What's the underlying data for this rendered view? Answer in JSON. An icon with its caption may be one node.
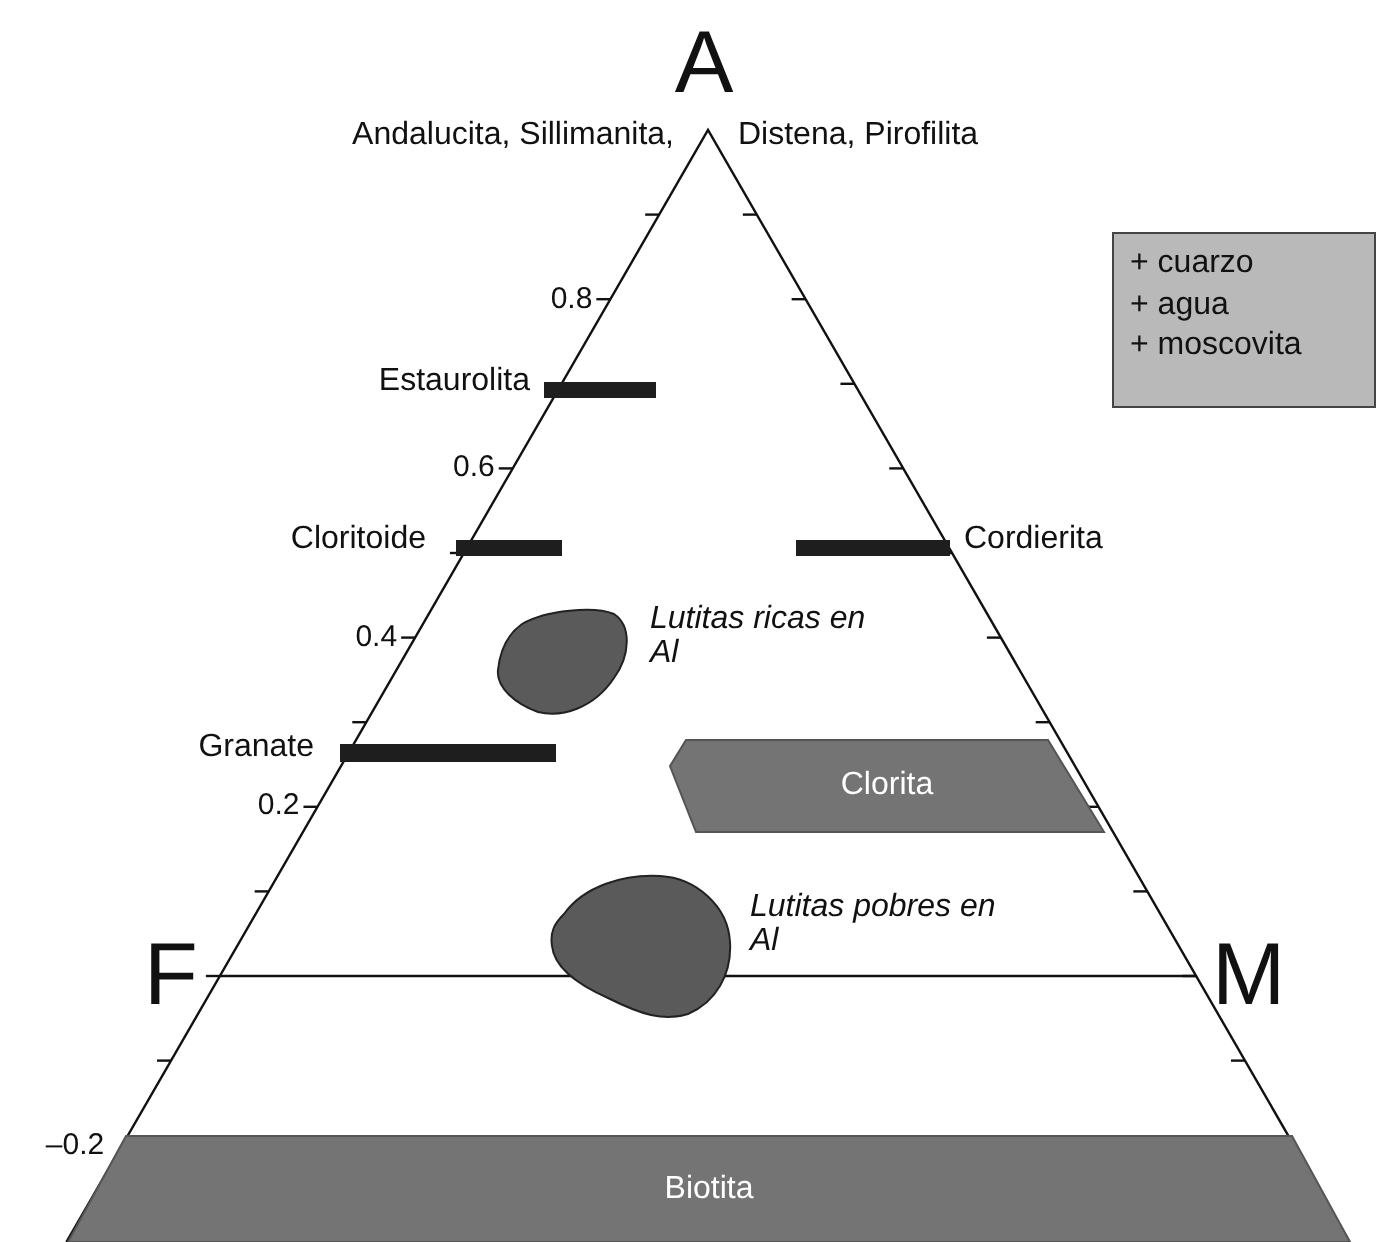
{
  "diagram": {
    "nodes": [
      {
        "text": [
          "+ cuarzo",
          "+ agua",
          "+ moscovita"
        ]
      },
      {
        "text": [],
        "shape": "bar",
        "beside": [
          "Estaurolita"
        ]
      },
      {
        "text": [],
        "shape": "bar",
        "beside": [
          "Cloritoide"
        ]
      },
      {
        "text": [],
        "shape": "bar",
        "beside": [
          "Cordierita"
        ]
      },
      {
        "text": [],
        "shape": "blob",
        "beside": [
          "*Lutitas ricas en Al*"
        ]
      },
      {
        "text": [],
        "shape": "bar",
        "beside": [
          "Granate"
        ]
      },
      {
        "text": [
          "Clorita"
        ]
      },
      {
        "text": [],
        "shape": "blob",
        "beside": [
          "*Lutitas pobres en Al*"
        ]
      },
      {
        "text": [
          "Biotita"
        ]
      }
    ],
    "labels": [
      "A",
      "Andalucita, Sillimanita,",
      "Distena, Pirofilita",
      "0.8",
      "0.6",
      "0.4",
      "0.2",
      "F",
      "M",
      "–0.2"
    ]
  }
}
